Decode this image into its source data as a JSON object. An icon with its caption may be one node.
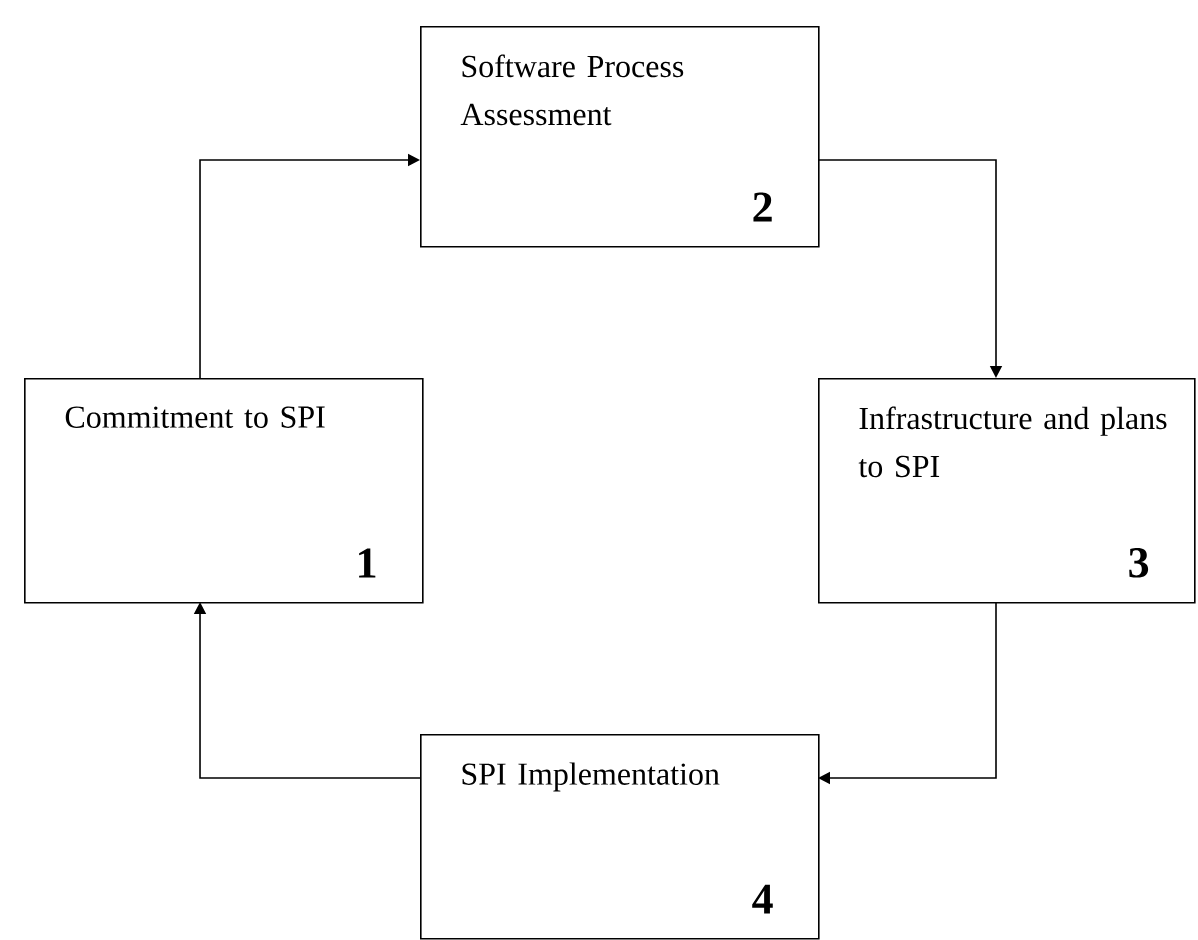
{
  "diagram": {
    "nodes": [
      {
        "text": [
          "Commitment to SPI",
          "1"
        ]
      },
      {
        "text": [
          "Software Process Assessment",
          "2"
        ]
      },
      {
        "text": [
          "Infrastructure and plans to SPI",
          "3"
        ]
      },
      {
        "text": [
          "SPI Implementation",
          "4"
        ]
      }
    ],
    "edges": [
      {
        "from": 0,
        "to": 1,
        "arrow": "to"
      },
      {
        "from": 1,
        "to": 2,
        "arrow": "to"
      },
      {
        "from": 2,
        "to": 3,
        "arrow": "to"
      },
      {
        "from": 3,
        "to": 0,
        "arrow": "to"
      }
    ]
  }
}
